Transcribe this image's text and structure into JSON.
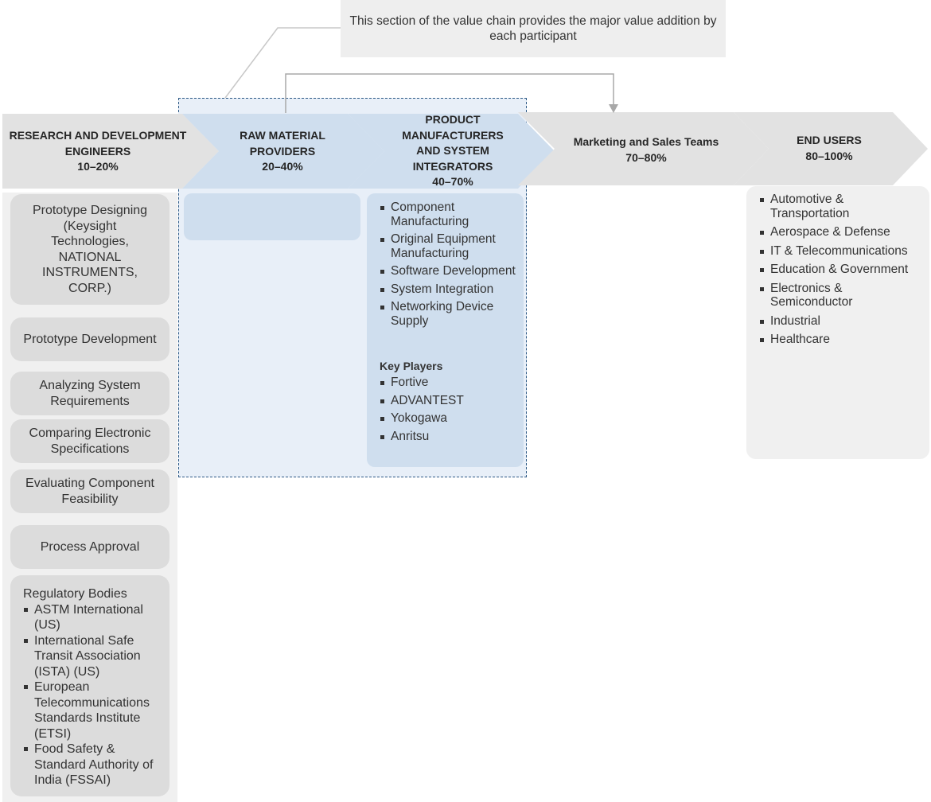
{
  "callout": {
    "text": "This section of the value chain provides the major value addition by each participant"
  },
  "stages": [
    {
      "name": "RESEARCH AND DEVELOPMENT ENGINEERS",
      "share": "10–20%"
    },
    {
      "name": "RAW MATERIAL PROVIDERS",
      "share": "20–40%"
    },
    {
      "name": "PRODUCT MANUFACTURERS AND SYSTEM INTEGRATORS",
      "share": "40–70%"
    },
    {
      "name": "Marketing and Sales Teams",
      "share": "70–80%"
    },
    {
      "name": "END USERS",
      "share": "80–100%"
    }
  ],
  "rnd": {
    "cards": [
      "Prototype Designing (Keysight Technologies, NATIONAL INSTRUMENTS, CORP.)",
      "Prototype Development",
      "Analyzing System Requirements",
      "Comparing Electronic Specifications",
      "Evaluating Component Feasibility",
      "Process Approval"
    ],
    "regulatory": {
      "title": "Regulatory Bodies",
      "items": [
        "ASTM International (US)",
        "International Safe Transit Association (ISTA) (US)",
        "European Telecommunications Standards Institute (ETSI)",
        "Food Safety & Standard Authority of India (FSSAI)"
      ]
    }
  },
  "product": {
    "activities": [
      "Component Manufacturing",
      "Original Equipment Manufacturing",
      "Software Development",
      "System Integration",
      "Networking Device Supply"
    ],
    "key_players_title": "Key Players",
    "key_players": [
      "Fortive",
      "ADVANTEST",
      "Yokogawa",
      "Anritsu"
    ]
  },
  "end_users": {
    "items": [
      "Automotive & Transportation",
      "Aerospace & Defense",
      "IT & Telecommunications",
      "Education & Government",
      "Electronics & Semiconductor",
      "Industrial",
      "Healthcare"
    ]
  },
  "colors": {
    "highlight_fill": "#e8eff8",
    "highlight_border": "#2e5a86",
    "arrow_blue": "#cfdeee",
    "arrow_grey": "#e2e2e2",
    "card_grey": "#dcdcdc",
    "column_grey": "#f0f0f0"
  }
}
